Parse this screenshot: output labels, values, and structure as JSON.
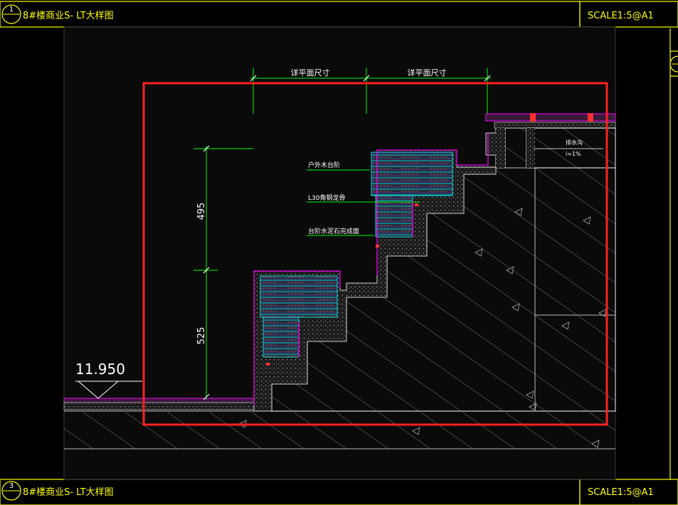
{
  "drawing": {
    "top_title": {
      "number": "1",
      "label": "8#楼商业S- LT大样图",
      "scale": "SCALE1:5@A1"
    },
    "bottom_title": {
      "number": "3",
      "label": "8#楼商业S- LT大样图",
      "scale": "SCALE1:5@A1"
    },
    "dimensions": {
      "plan_size_left": "详平面尺寸",
      "plan_size_right": "详平面尺寸",
      "height_upper": "495",
      "height_lower": "525"
    },
    "elevation": "11.950",
    "annotations": {
      "stair_finish": "户外木台阶",
      "keel": "L30角钢龙骨",
      "base": "台阶水泥石完成面",
      "drain": "排水沟",
      "slope": "i=1%"
    }
  },
  "colors": {
    "background": "#000000",
    "frame": "#ffff00",
    "highlight": "#ff2020",
    "dimension": "#00ff00",
    "finish_line": "#ff00ff",
    "wood": "#00ffff",
    "structure": "#c8c8c8",
    "panel": "#0a0a0a"
  }
}
